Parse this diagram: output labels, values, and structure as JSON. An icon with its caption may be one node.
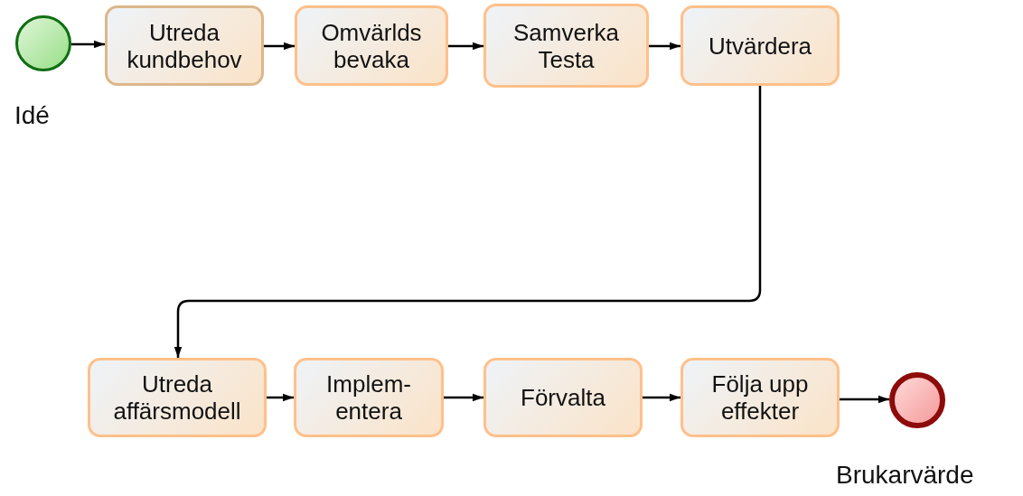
{
  "diagram": {
    "nodes": [
      {
        "text": [],
        "shape": "circle",
        "beside": [
          "Idé"
        ]
      },
      {
        "text": [
          "Utreda kundbehov"
        ]
      },
      {
        "text": [
          "Omvärlds bevaka"
        ]
      },
      {
        "text": [
          "Samverka Testa"
        ]
      },
      {
        "text": [
          "Utvärdera"
        ]
      },
      {
        "text": [
          "Utreda affärsmodell"
        ]
      },
      {
        "text": [
          "Implem- entera"
        ]
      },
      {
        "text": [
          "Förvalta"
        ]
      },
      {
        "text": [
          "Följa upp effekter"
        ]
      },
      {
        "text": [],
        "shape": "circle",
        "beside": [
          "Brukarvärde"
        ]
      }
    ],
    "edges": [
      {
        "from": 0,
        "to": 1,
        "arrow": "to"
      },
      {
        "from": 1,
        "to": 2,
        "arrow": "to"
      },
      {
        "from": 2,
        "to": 3,
        "arrow": "to"
      },
      {
        "from": 3,
        "to": 4,
        "arrow": "to"
      },
      {
        "from": 4,
        "to": 5,
        "arrow": "to"
      },
      {
        "from": 5,
        "to": 6,
        "arrow": "to"
      },
      {
        "from": 6,
        "to": 7,
        "arrow": "to"
      },
      {
        "from": 7,
        "to": 8,
        "arrow": "to"
      },
      {
        "from": 8,
        "to": 9,
        "arrow": "to"
      }
    ]
  }
}
